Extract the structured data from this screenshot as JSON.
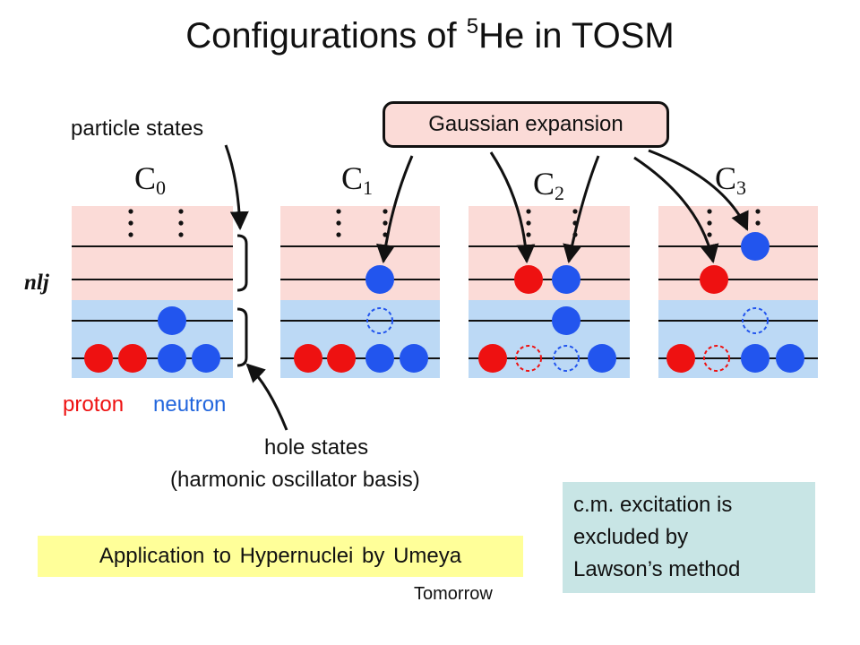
{
  "title": {
    "prefix": "Configurations of ",
    "mass_number": "5",
    "rest": "He in TOSM"
  },
  "labels": {
    "particle_states": "particle states",
    "nlj": "nlj",
    "proton": "proton",
    "neutron": "neutron",
    "hole_states_line1": "hole states",
    "hole_states_line2": "(harmonic oscillator basis)",
    "gaussian_expansion": "Gaussian expansion",
    "application": "Application to Hypernuclei by Umeya",
    "tomorrow": "Tomorrow",
    "cm_line1": "c.m. excitation is",
    "cm_line2": "excluded by",
    "cm_line3": "Lawson’s method"
  },
  "configs": [
    {
      "letter": "C",
      "index": "0"
    },
    {
      "letter": "C",
      "index": "1"
    },
    {
      "letter": "C",
      "index": "2"
    },
    {
      "letter": "C",
      "index": "3"
    }
  ],
  "colors": {
    "proton": "#ee1111",
    "neutron": "#2255ee",
    "particle_region": "#fbdbd7",
    "hole_region": "#bcd9f5",
    "gaussian_box": "#fbdbd7",
    "application_box": "#ffff99",
    "cm_box": "#c8e5e5"
  }
}
